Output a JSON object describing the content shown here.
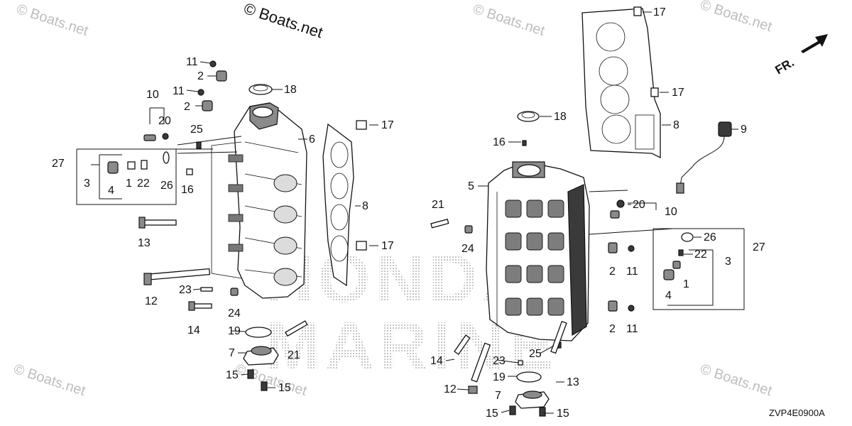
{
  "copyright": "© Boats.net",
  "watermark": "© Boats.net",
  "brand_watermark": [
    "HONDA",
    "MARINE"
  ],
  "front_indicator": "FR.",
  "diagram_code": "ZVP4E0900A",
  "callouts": {
    "c1": "1",
    "c2": "2",
    "c3": "3",
    "c4": "4",
    "c5": "5",
    "c6": "6",
    "c7": "7",
    "c8": "8",
    "c9": "9",
    "c10": "10",
    "c11": "11",
    "c12": "12",
    "c13": "13",
    "c14": "14",
    "c15": "15",
    "c16": "16",
    "c17": "17",
    "c18": "18",
    "c19": "19",
    "c20": "20",
    "c21": "21",
    "c22": "22",
    "c23": "23",
    "c24": "24",
    "c25": "25",
    "c26": "26",
    "c27": "27"
  }
}
